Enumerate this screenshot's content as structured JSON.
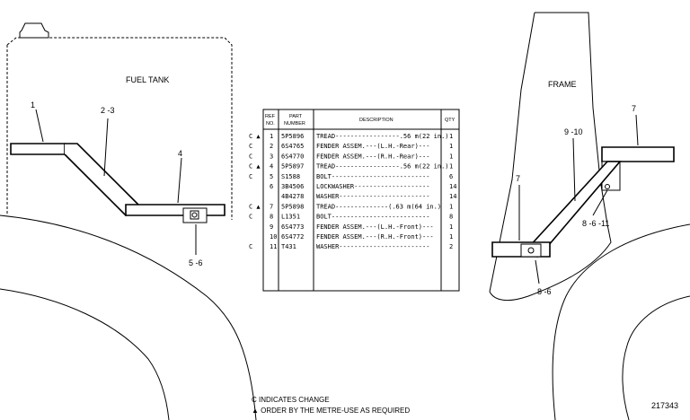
{
  "labels": {
    "fuel_tank": "FUEL TANK",
    "frame": "FRAME"
  },
  "callouts": [
    {
      "id": "left-1",
      "text": "1"
    },
    {
      "id": "left-2-3",
      "text": "2 -3"
    },
    {
      "id": "left-4",
      "text": "4"
    },
    {
      "id": "left-5-6",
      "text": "5 -6"
    },
    {
      "id": "right-7-top",
      "text": "7"
    },
    {
      "id": "right-9-10",
      "text": "9 -10"
    },
    {
      "id": "right-7-mid",
      "text": "7"
    },
    {
      "id": "right-8-6-11",
      "text": "8 -6 -11"
    },
    {
      "id": "right-8-6",
      "text": "8 -6"
    }
  ],
  "parts_table": {
    "headers": {
      "ref": "REF\nNO.",
      "part": "PART\nNUMBER",
      "desc": "DESCRIPTION",
      "qty": "QTY"
    },
    "rows": [
      {
        "flag": "C ▲",
        "ref": "1",
        "part": "5P5896",
        "desc": "TREAD-----------------.56 m(22 in.)",
        "qty": "1"
      },
      {
        "flag": "C",
        "ref": "2",
        "part": "6S4765",
        "desc": "FENDER ASSEM.---(L.H.-Rear)---",
        "qty": "1"
      },
      {
        "flag": "C",
        "ref": "3",
        "part": "6S4770",
        "desc": "FENDER ASSEM.---(R.H.-Rear)---",
        "qty": "1"
      },
      {
        "flag": "C ▲",
        "ref": "4",
        "part": "5P5897",
        "desc": "TREAD-----------------.56 m(22 in.)",
        "qty": "1"
      },
      {
        "flag": "C",
        "ref": "5",
        "part": "S1588",
        "desc": "BOLT--------------------------",
        "qty": "6"
      },
      {
        "flag": "",
        "ref": "6",
        "part": "3B4506",
        "desc": "LOCKWASHER--------------------",
        "qty": "14"
      },
      {
        "flag": "",
        "ref": "",
        "part": "4B4278",
        "desc": "WASHER------------------------",
        "qty": "14"
      },
      {
        "flag": "C ▲",
        "ref": "7",
        "part": "5P5898",
        "desc": "TREAD--------------(.63 m(64 in.)",
        "qty": "1"
      },
      {
        "flag": "C",
        "ref": "8",
        "part": "L1351",
        "desc": "BOLT--------------------------",
        "qty": "8"
      },
      {
        "flag": "",
        "ref": "9",
        "part": "6S4773",
        "desc": "FENDER ASSEM.---(L.H.-Front)---",
        "qty": "1"
      },
      {
        "flag": "",
        "ref": "10",
        "part": "6S4772",
        "desc": "FENDER ASSEM.---(R.H.-Front)---",
        "qty": "1"
      },
      {
        "flag": "C",
        "ref": "11",
        "part": "T431",
        "desc": "WASHER------------------------",
        "qty": "2"
      }
    ]
  },
  "notes": {
    "change": "C INDICATES CHANGE",
    "metre": "▲ ORDER BY THE METRE-USE AS REQUIRED"
  },
  "figure_number": "217343"
}
